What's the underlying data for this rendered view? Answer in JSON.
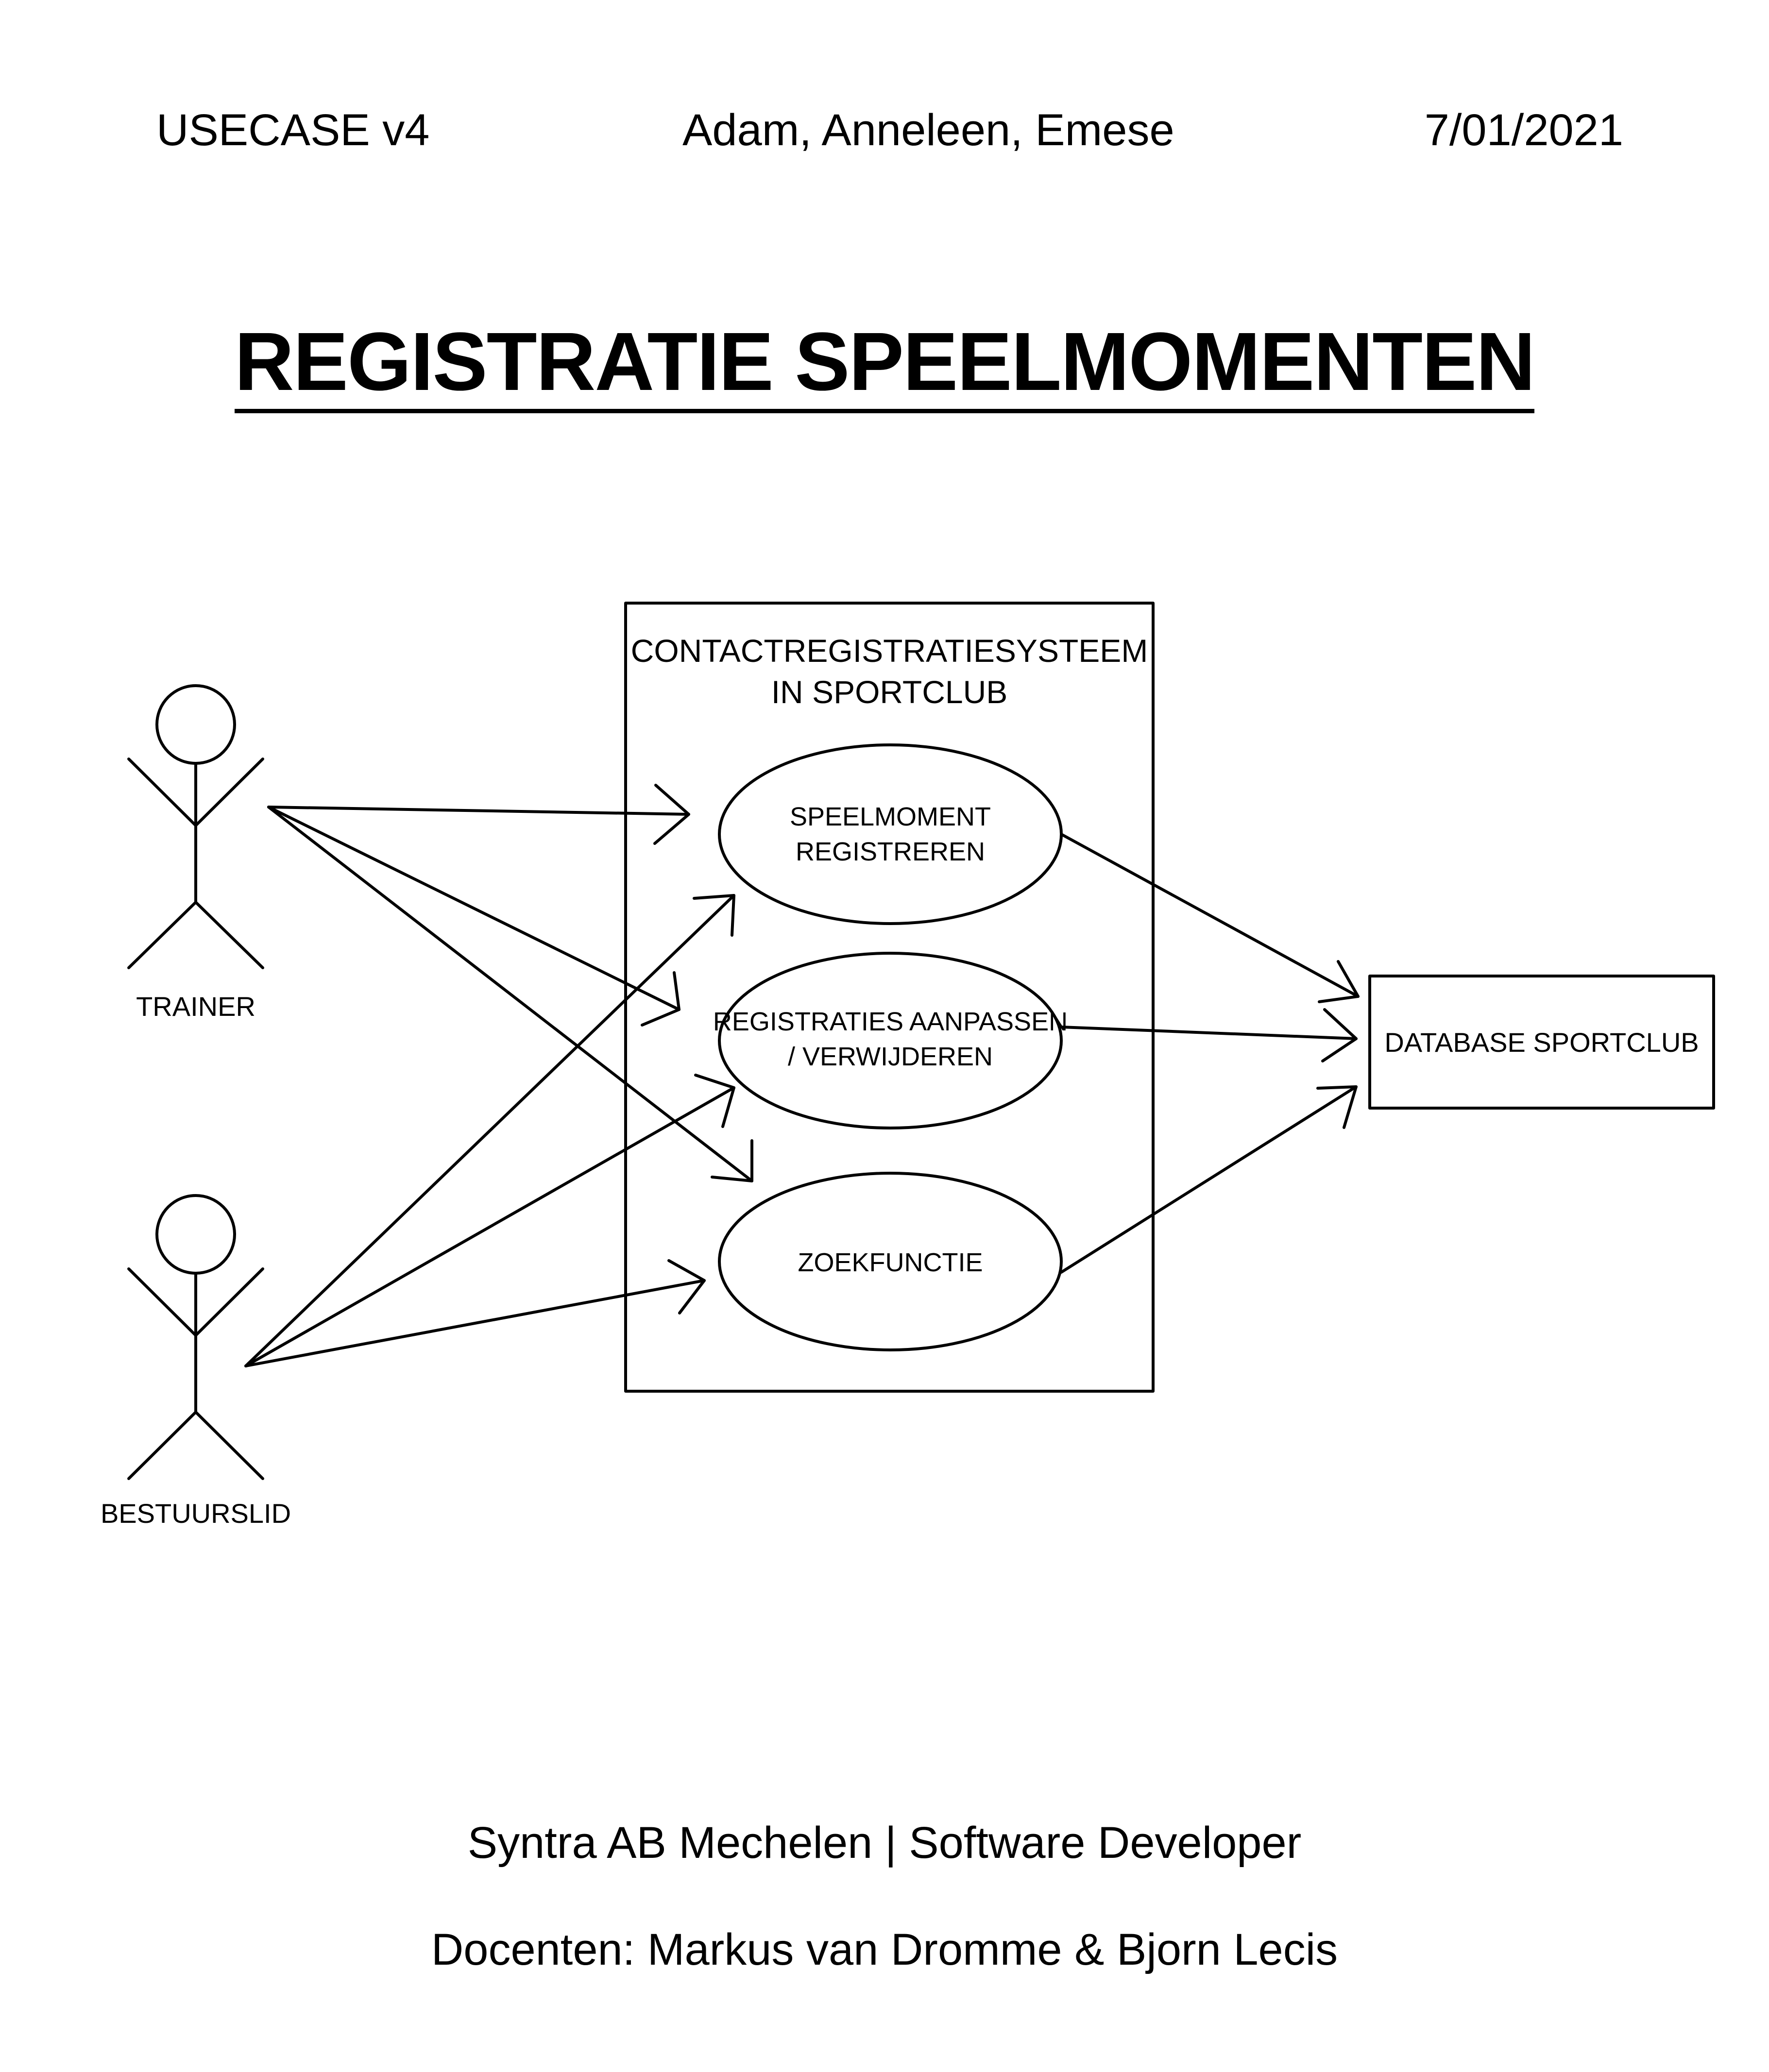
{
  "header": {
    "left": "USECASE v4",
    "center": "Adam, Anneleen, Emese",
    "right": "7/01/2021"
  },
  "title": "REGISTRATIE SPEELMOMENTEN",
  "diagram": {
    "system": {
      "line1": "CONTACTREGISTRATIESYSTEEM",
      "line2": "IN SPORTCLUB"
    },
    "actors": {
      "trainer": "TRAINER",
      "bestuurslid": "BESTUURSLID"
    },
    "usecases": {
      "register": {
        "line1": "SPEELMOMENT",
        "line2": "REGISTREREN"
      },
      "edit": {
        "line1": "REGISTRATIES AANPASSEN",
        "line2": "/ VERWIJDEREN"
      },
      "search": {
        "line1": "ZOEKFUNCTIE"
      }
    },
    "database": "DATABASE SPORTCLUB"
  },
  "footer": {
    "line1": "Syntra AB Mechelen | Software Developer",
    "line2": "Docenten: Markus van Dromme & Bjorn Lecis"
  }
}
